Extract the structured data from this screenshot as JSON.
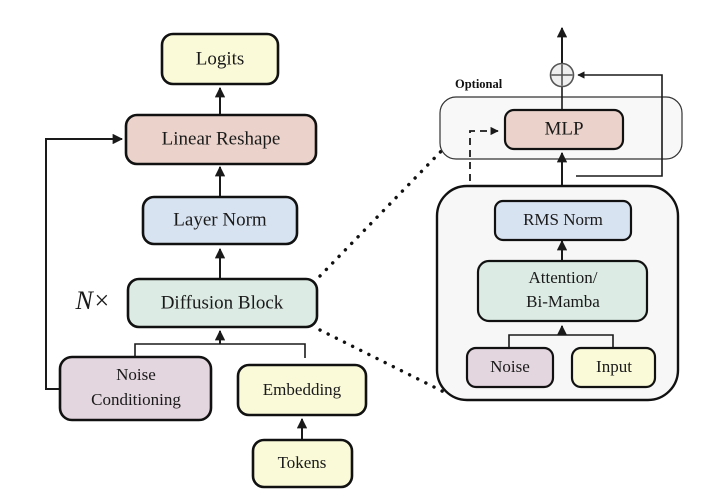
{
  "figure": {
    "title": "Diffusion language model architecture diagram",
    "left_column_label": "N×",
    "optional_label": "Optional",
    "sum_operator": "⊕"
  },
  "colors": {
    "yellow": "#FAFAD9",
    "rose": "#EBD3CB",
    "blue": "#D8E3F1",
    "mint": "#DCEBE4",
    "lavender": "#E4D6DF",
    "panel_fill": "#F7F7F7",
    "outline": "#111111",
    "edge": "#1A1A1A"
  },
  "left_diagram": {
    "nodes": [
      {
        "id": "logits",
        "label": "Logits",
        "color_key": "yellow"
      },
      {
        "id": "linear",
        "label": "Linear Reshape",
        "color_key": "rose"
      },
      {
        "id": "layernorm",
        "label": "Layer Norm",
        "color_key": "blue"
      },
      {
        "id": "diffusion",
        "label": "Diffusion Block",
        "color_key": "mint"
      },
      {
        "id": "noisecond",
        "label_line1": "Noise",
        "label_line2": "Conditioning",
        "color_key": "lavender"
      },
      {
        "id": "embedding",
        "label": "Embedding",
        "color_key": "yellow"
      },
      {
        "id": "tokens",
        "label": "Tokens",
        "color_key": "yellow"
      }
    ],
    "repeat_label": "N×"
  },
  "right_diagram": {
    "optional_group": {
      "label": "Optional",
      "nodes": [
        {
          "id": "mlp",
          "label": "MLP",
          "color_key": "rose"
        }
      ]
    },
    "block_panel": {
      "nodes": [
        {
          "id": "rmsnorm",
          "label": "RMS Norm",
          "color_key": "blue"
        },
        {
          "id": "attention",
          "label_line1": "Attention/",
          "label_line2": "Bi-Mamba",
          "color_key": "mint"
        },
        {
          "id": "noise",
          "label": "Noise",
          "color_key": "lavender"
        },
        {
          "id": "input",
          "label": "Input",
          "color_key": "yellow"
        }
      ]
    },
    "residual_operator": "⊕"
  }
}
